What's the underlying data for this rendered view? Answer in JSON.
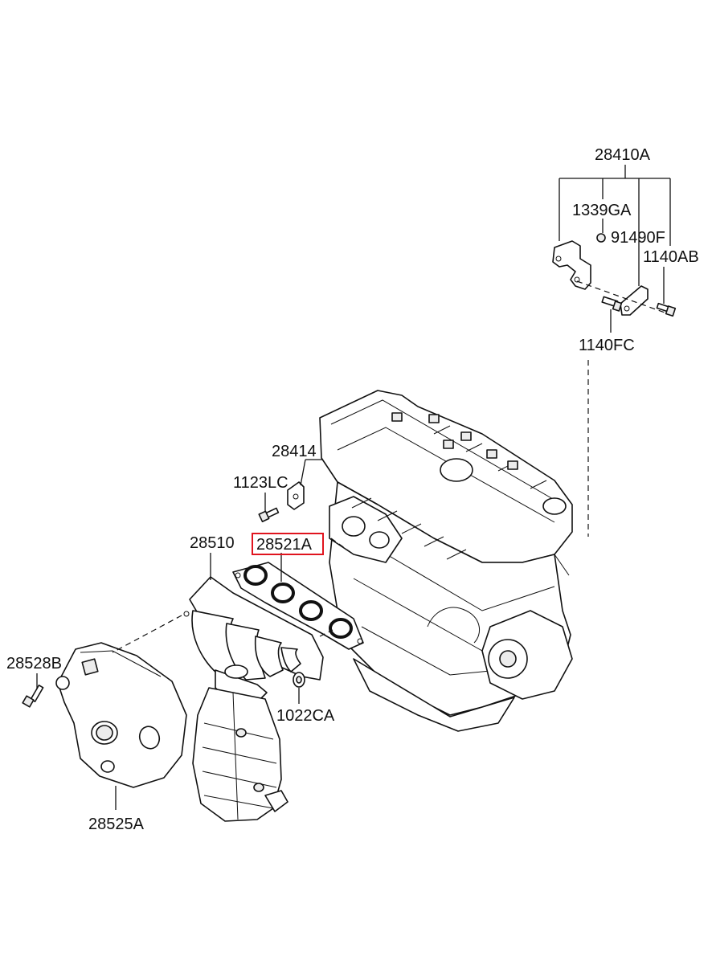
{
  "diagram": {
    "highlight_color": "#e0141e",
    "line_color": "#111111",
    "labels": {
      "p28410A": "28410A",
      "p1339GA": "1339GA",
      "p91490F": "91490F",
      "p1140AB": "1140AB",
      "p1140FC": "1140FC",
      "p28414": "28414",
      "p1123LC": "1123LC",
      "p28510": "28510",
      "p28521A": "28521A",
      "p28528B": "28528B",
      "p1022CA": "1022CA",
      "p28525A": "28525A"
    }
  }
}
